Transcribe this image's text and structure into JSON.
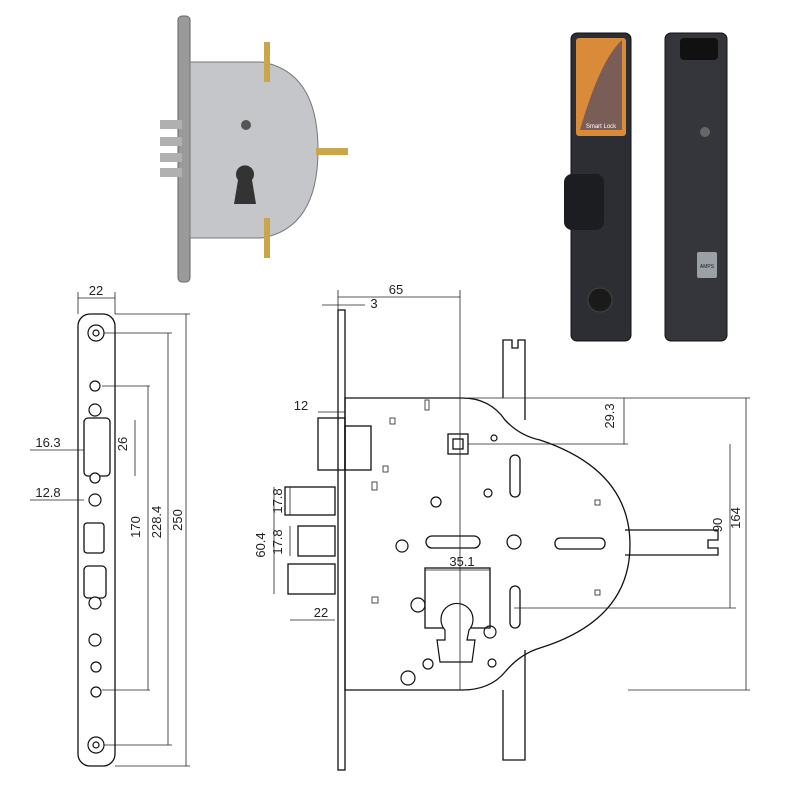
{
  "colors": {
    "background": "#ffffff",
    "line": "#111111",
    "steel": "#b9bcc0",
    "brass": "#c9a64a",
    "lock_body": "#2c2e33",
    "screen": "#d98b3a"
  },
  "products": {
    "mortise_photo": "mortise-lock-body",
    "smart_lock_front_text": "Smart Lock",
    "smart_lock_side_text": "AMPS"
  },
  "faceplate_dims": {
    "width": "22",
    "d16": "16.3",
    "d26": "26",
    "d128": "12.8",
    "d170": "170",
    "d2284": "228.4",
    "d250": "250"
  },
  "body_dims": {
    "d65": "65",
    "d3": "3",
    "d12": "12",
    "d293": "29.3",
    "d178a": "17.8",
    "d178b": "17.8",
    "d604": "60.4",
    "d351": "35.1",
    "d22": "22",
    "d90": "90",
    "d164": "164"
  }
}
